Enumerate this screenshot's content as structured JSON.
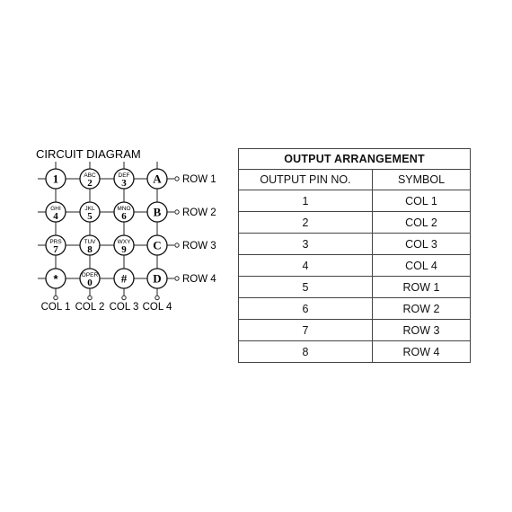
{
  "circuit": {
    "title": "CIRCUIT DIAGRAM",
    "keys": [
      [
        {
          "sub": "",
          "main": "1"
        },
        {
          "sub": "ABC",
          "main": "2"
        },
        {
          "sub": "DEF",
          "main": "3"
        },
        {
          "sub": "",
          "main": "A"
        }
      ],
      [
        {
          "sub": "GHI",
          "main": "4"
        },
        {
          "sub": "JKL",
          "main": "5"
        },
        {
          "sub": "MNO",
          "main": "6"
        },
        {
          "sub": "",
          "main": "B"
        }
      ],
      [
        {
          "sub": "PRS",
          "main": "7"
        },
        {
          "sub": "TUV",
          "main": "8"
        },
        {
          "sub": "WXY",
          "main": "9"
        },
        {
          "sub": "",
          "main": "C"
        }
      ],
      [
        {
          "sub": "",
          "main": "*"
        },
        {
          "sub": "OPER",
          "main": "0"
        },
        {
          "sub": "",
          "main": "#"
        },
        {
          "sub": "",
          "main": "D"
        }
      ]
    ],
    "row_labels": [
      "ROW 1",
      "ROW 2",
      "ROW 3",
      "ROW 4"
    ],
    "col_labels": [
      "COL 1",
      "COL 2",
      "COL 3",
      "COL 4"
    ]
  },
  "table": {
    "title": "OUTPUT ARRANGEMENT",
    "headers": [
      "OUTPUT PIN NO.",
      "SYMBOL"
    ],
    "rows": [
      [
        "1",
        "COL  1"
      ],
      [
        "2",
        "COL  2"
      ],
      [
        "3",
        "COL  3"
      ],
      [
        "4",
        "COL  4"
      ],
      [
        "5",
        "ROW 1"
      ],
      [
        "6",
        "ROW  2"
      ],
      [
        "7",
        "ROW  3"
      ],
      [
        "8",
        "ROW  4"
      ]
    ]
  }
}
